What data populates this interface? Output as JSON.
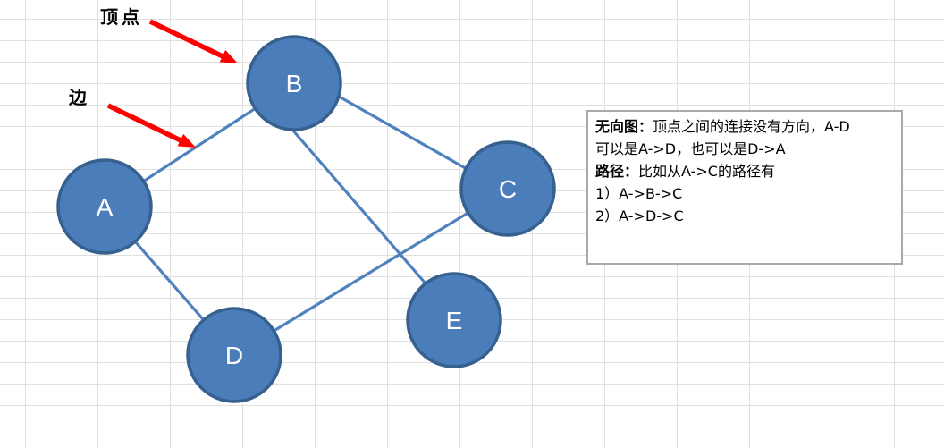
{
  "sheet": {
    "background": "#ffffff",
    "gridline_color": "#e0e0e0"
  },
  "callouts": {
    "vertex_label": "顶点",
    "edge_label": "边",
    "arrow_color": "#ff0000"
  },
  "graph": {
    "node_fill": "#4b7dba",
    "node_border": "#36618f",
    "edge_color": "#4e81bd",
    "node_label_color": "#ffffff",
    "nodes": [
      {
        "label": "A"
      },
      {
        "label": "B"
      },
      {
        "label": "C"
      },
      {
        "label": "D"
      },
      {
        "label": "E"
      }
    ],
    "edges": [
      "A-B",
      "A-D",
      "B-C",
      "B-E",
      "D-C"
    ]
  },
  "textbox": {
    "border_color": "#a9a9a9",
    "line1_term": "无向图：",
    "line1_text": "顶点之间的连接没有方向，A-D",
    "line2_text": "可以是A->D，也可以是D->A",
    "line3_term": "路径：",
    "line3_text": "比如从A->C的路径有",
    "line4_text": "1）A->B->C",
    "line5_text": "2）A->D->C"
  }
}
